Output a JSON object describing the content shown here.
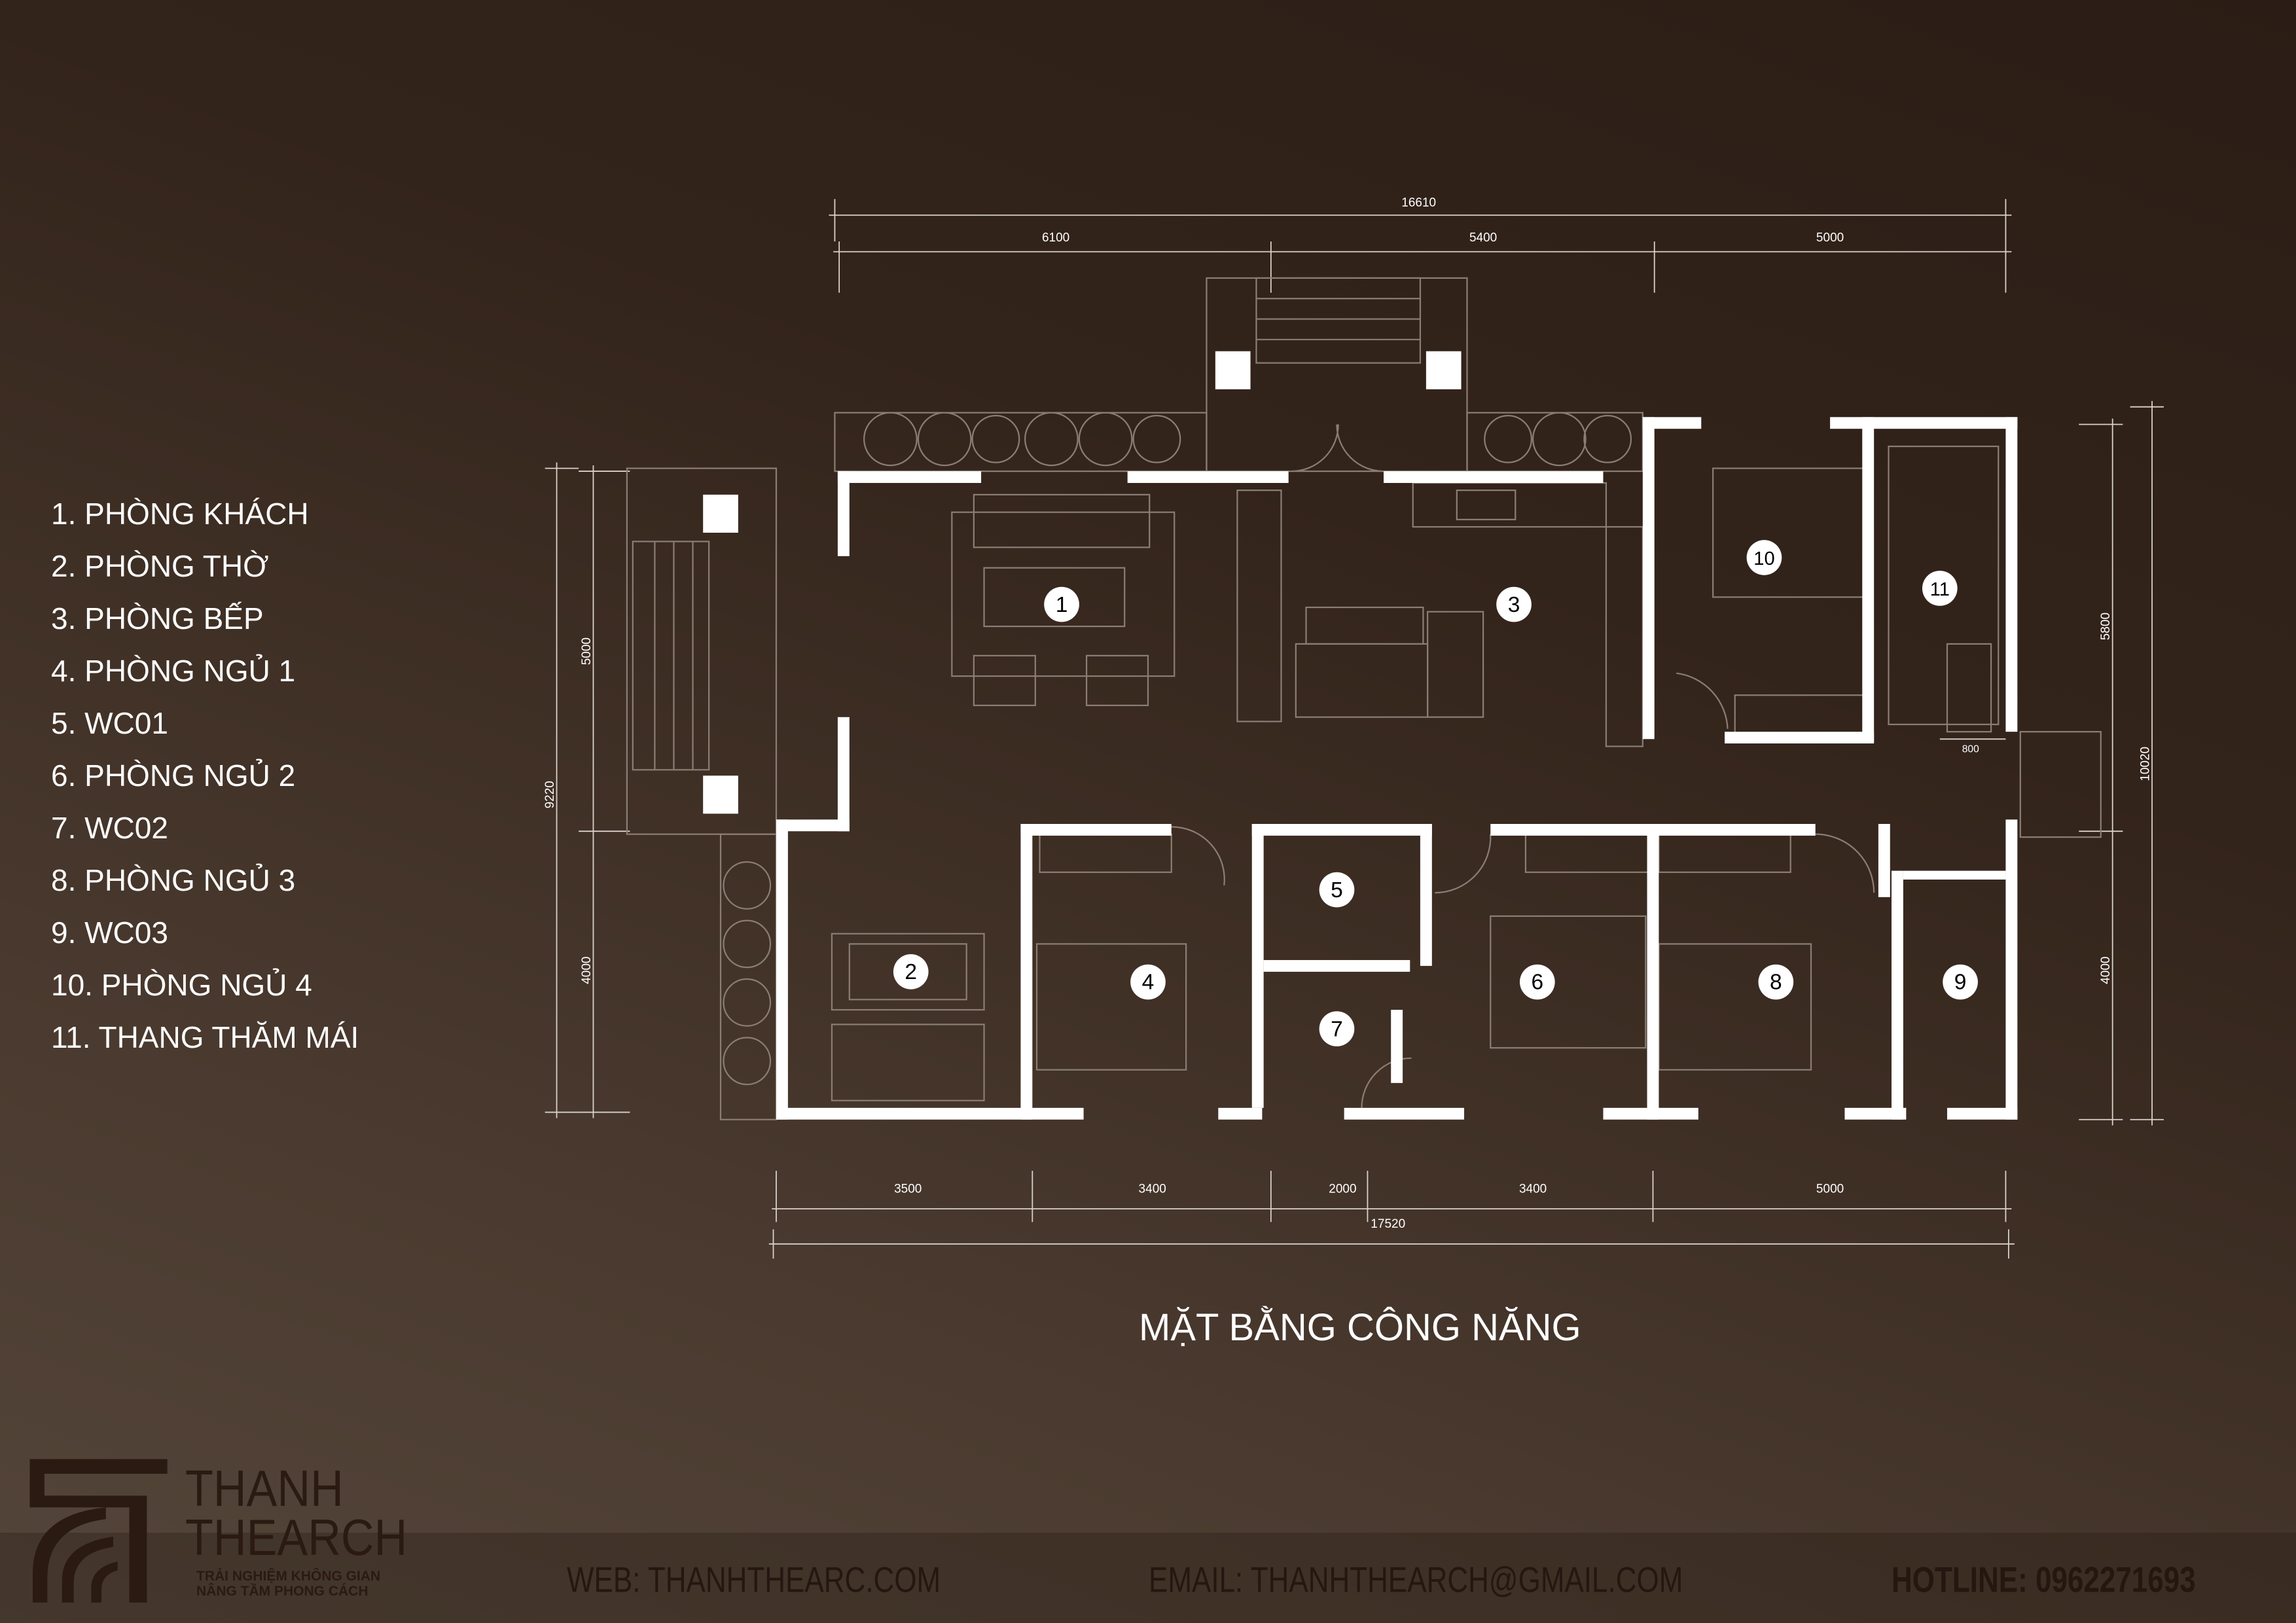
{
  "legend": [
    "1. PHÒNG KHÁCH",
    "2. PHÒNG THỜ",
    "3. PHÒNG BẾP",
    "4. PHÒNG NGỦ 1",
    "5. WC01",
    "6. PHÒNG NGỦ 2",
    "7. WC02",
    "8. PHÒNG NGỦ 3",
    "9. WC03",
    "10. PHÒNG NGỦ 4",
    "11. THANG THĂM MÁI"
  ],
  "title": "MẶT BẰNG CÔNG NĂNG",
  "dimensions": {
    "top_total": "16610",
    "top": [
      "6100",
      "5400",
      "5000"
    ],
    "bottom": [
      "3500",
      "3400",
      "2000",
      "3400",
      "5000"
    ],
    "bottom_total": "17520",
    "left": [
      "5000",
      "4000"
    ],
    "left_total": "9220",
    "right": [
      "5800",
      "4000"
    ],
    "right_total": "10020",
    "stair_width": "800"
  },
  "room_markers": [
    "1",
    "2",
    "3",
    "4",
    "5",
    "6",
    "7",
    "8",
    "9",
    "10",
    "11"
  ],
  "brand": {
    "name_line1": "THANH",
    "name_line2": "THEARCH",
    "tagline1": "TRẢI NGHIỆM KHÔNG GIAN",
    "tagline2": "NÂNG TẦM PHONG CÁCH"
  },
  "footer": {
    "web": "WEB: THANHTHEARC.COM",
    "email": "EMAIL: THANHTHEARCH@GMAIL.COM",
    "hotline": "HOTLINE: 0962271693"
  },
  "colors": {
    "wall": "#ffffff",
    "line": "#8a7d73",
    "text": "#ffffff",
    "brand": "#2a1a12"
  }
}
